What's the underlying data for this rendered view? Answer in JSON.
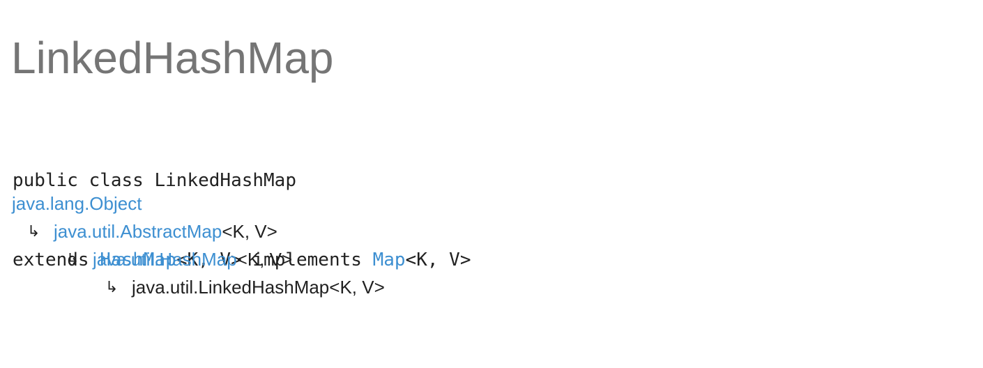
{
  "page": {
    "title": "LinkedHashMap"
  },
  "signature": {
    "line1": "public class LinkedHashMap",
    "extends_kw": "extends ",
    "extends_link": "HashMap",
    "extends_generic": "<K, V> implements ",
    "implements_link": "Map",
    "implements_generic": "<K, V>"
  },
  "hierarchy": {
    "arrow_glyph": "↳",
    "level0": {
      "link": "java.lang.Object",
      "suffix": ""
    },
    "level1": {
      "link": "java.util.AbstractMap",
      "suffix": "<K, V>"
    },
    "level2": {
      "link": "java.util.HashMap",
      "suffix": "<K, V>"
    },
    "level3": {
      "text": "java.util.LinkedHashMap<K, V>"
    }
  },
  "colors": {
    "link": "#3d8fd1",
    "title": "#757575",
    "text": "#212121"
  }
}
